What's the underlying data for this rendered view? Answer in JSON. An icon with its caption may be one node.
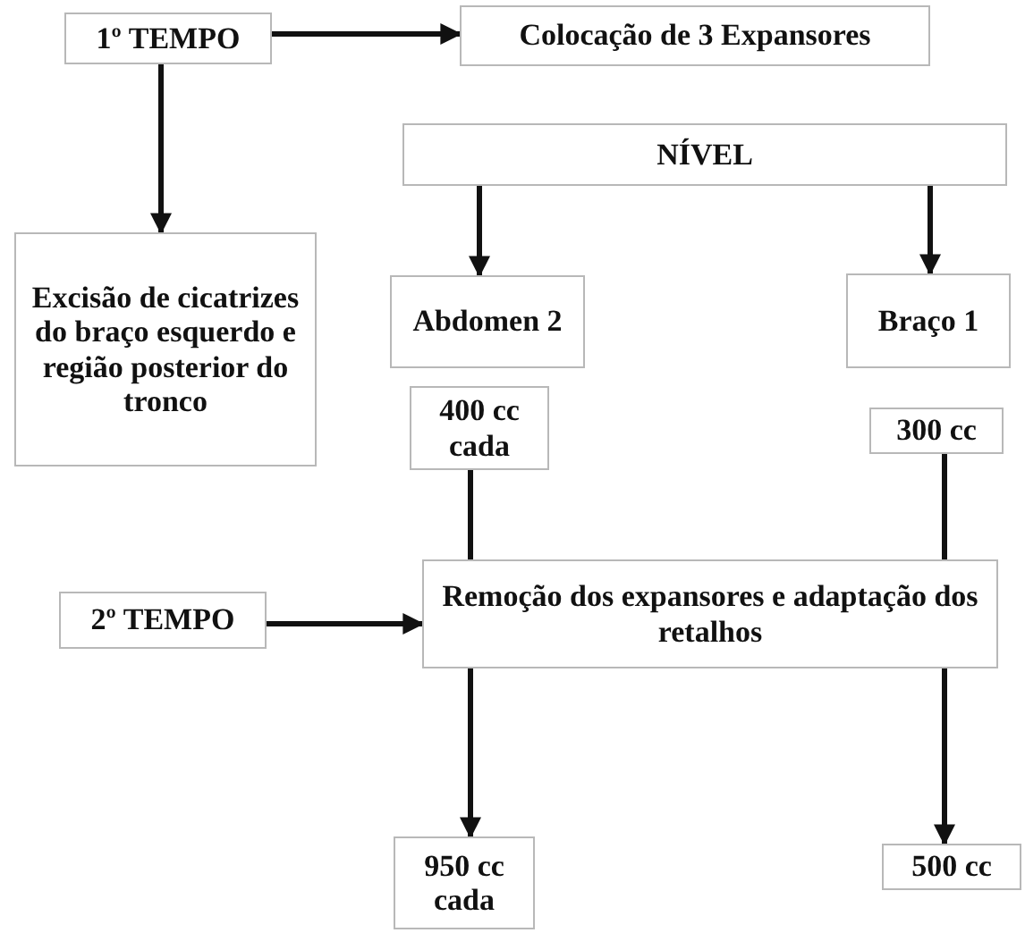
{
  "diagram": {
    "nodes": [
      {
        "text": [
          "1º TEMPO"
        ]
      },
      {
        "text": [
          "Colocação de 3 Expansores"
        ]
      },
      {
        "text": [
          "NÍVEL"
        ]
      },
      {
        "text": [
          "Excisão de cicatrizes do braço esquerdo e região posterior do tronco"
        ]
      },
      {
        "text": [
          "Abdomen 2"
        ]
      },
      {
        "text": [
          "Braço 1"
        ]
      },
      {
        "text": [
          "400 cc cada"
        ]
      },
      {
        "text": [
          "300 cc"
        ]
      },
      {
        "text": [
          "2º TEMPO"
        ]
      },
      {
        "text": [
          "Remoção dos expansores e adaptação dos retalhos"
        ]
      },
      {
        "text": [
          "950 cc cada"
        ]
      },
      {
        "text": [
          "500 cc"
        ]
      }
    ],
    "edges": [
      {
        "from": 0,
        "to": 1,
        "arrow": "to"
      },
      {
        "from": 0,
        "to": 3,
        "arrow": "to"
      },
      {
        "from": 2,
        "to": 4,
        "arrow": "to"
      },
      {
        "from": 2,
        "to": 5,
        "arrow": "to"
      },
      {
        "from": 6,
        "to": 9,
        "arrow": "none"
      },
      {
        "from": 7,
        "to": 9,
        "arrow": "none"
      },
      {
        "from": 8,
        "to": 9,
        "arrow": "to"
      },
      {
        "from": 9,
        "to": 10,
        "arrow": "to"
      },
      {
        "from": 9,
        "to": 11,
        "arrow": "to"
      }
    ]
  }
}
